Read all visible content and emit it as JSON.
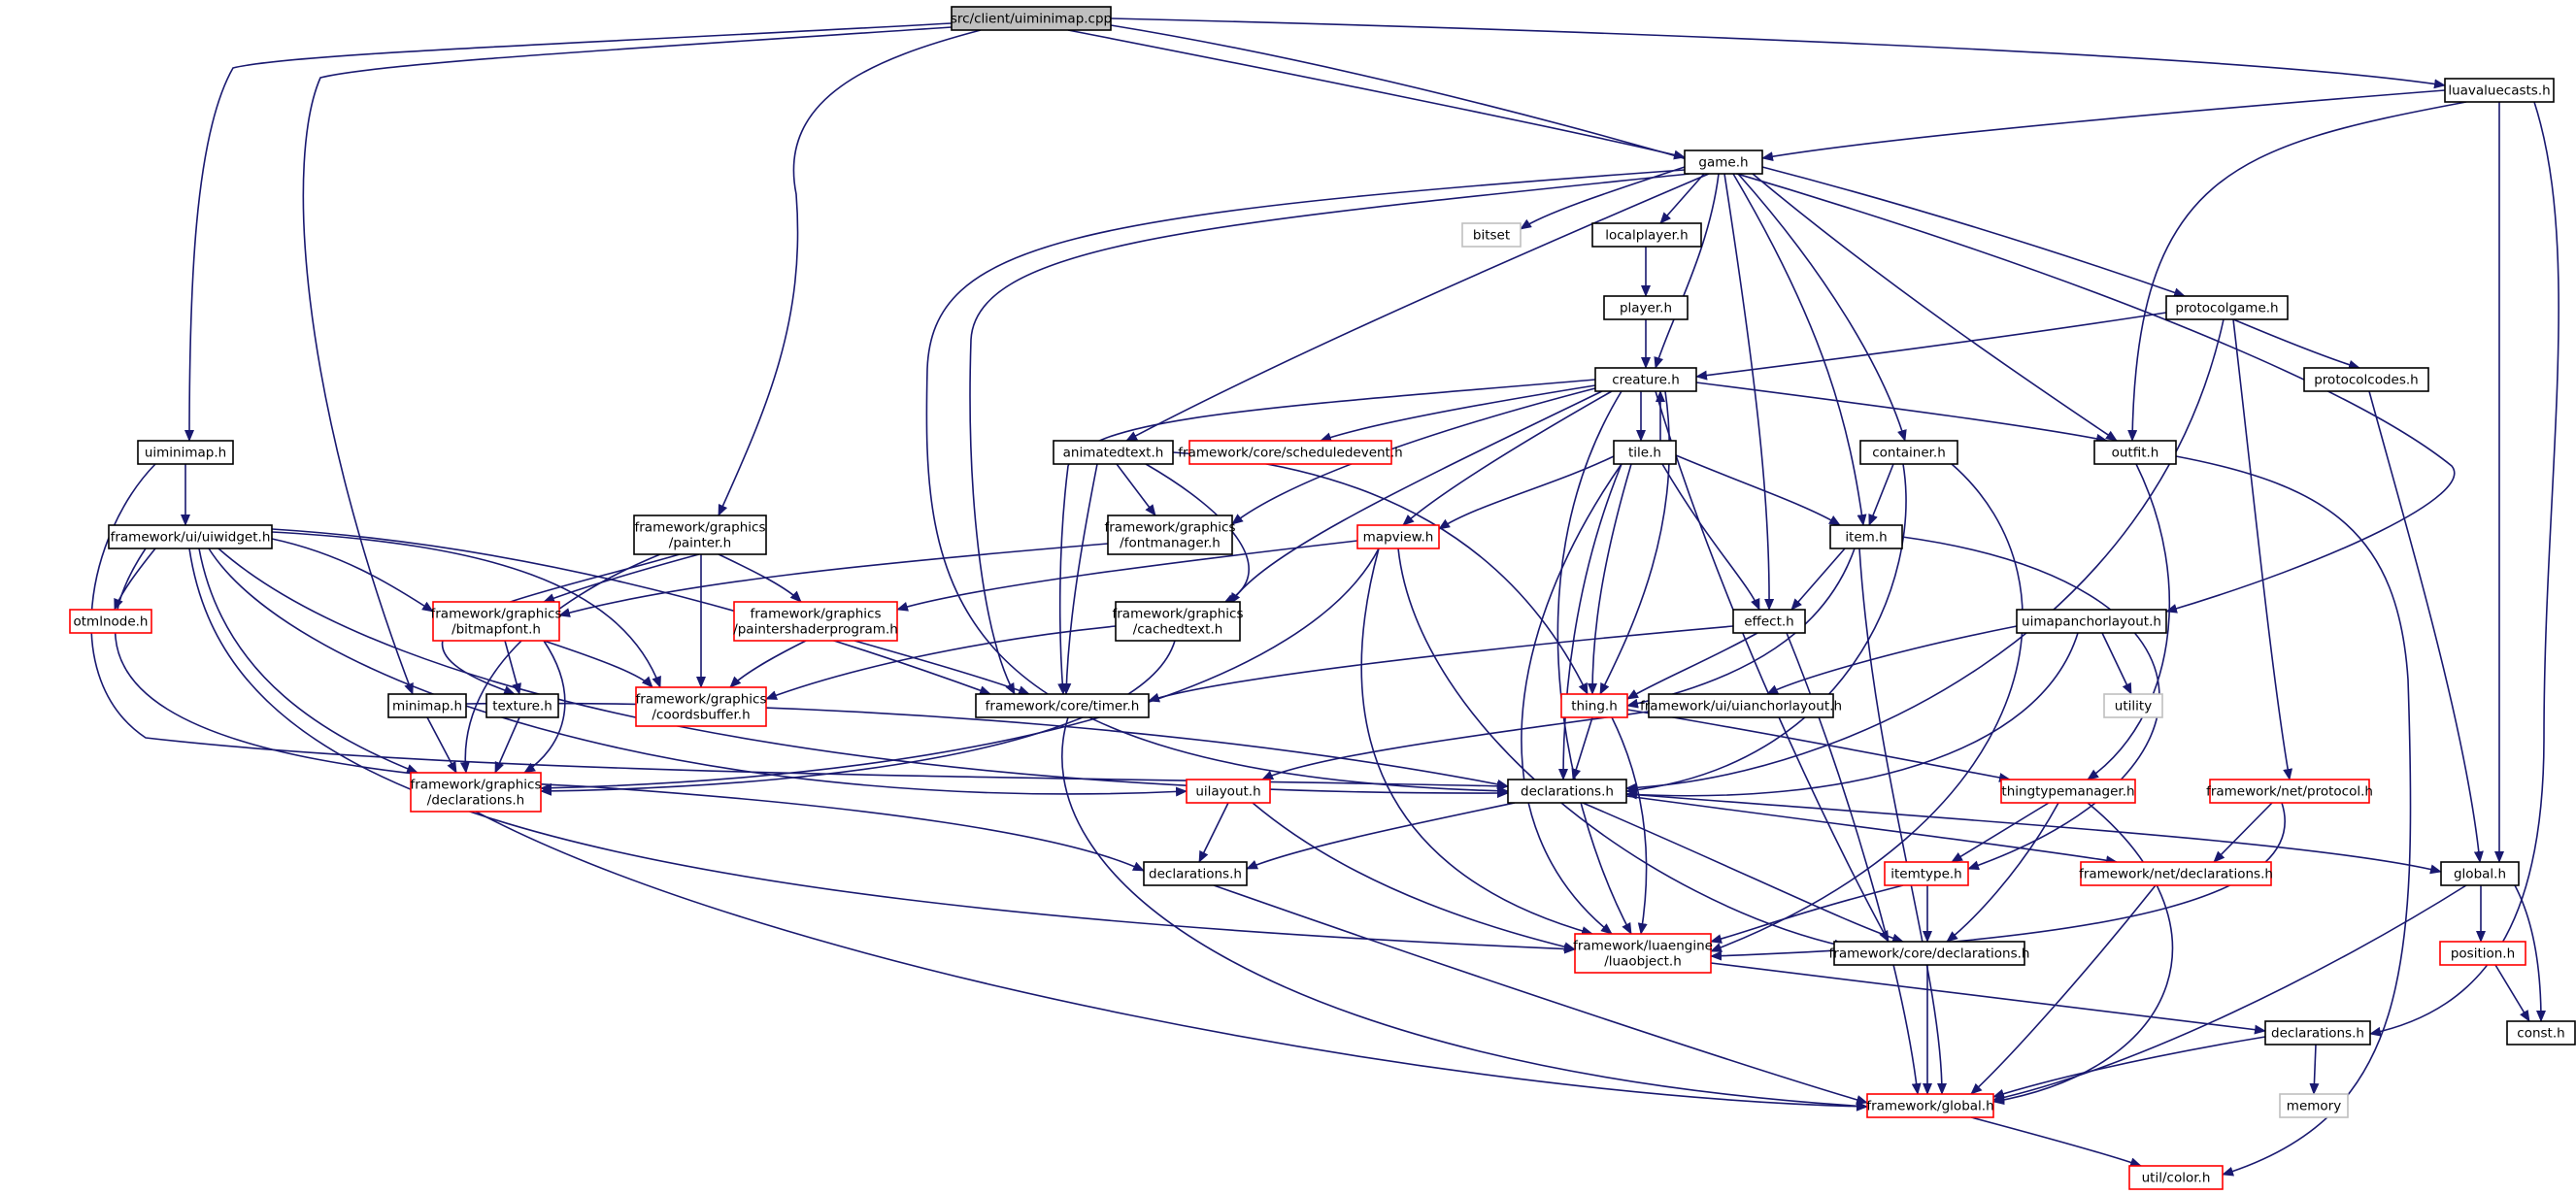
{
  "graph": {
    "colors": {
      "edge": "#191970",
      "border_normal": "#000000",
      "border_missing_docs": "#ff0000",
      "border_external": "#bfbfbf",
      "fill_normal": "#ffffff",
      "fill_root": "#bfbfbf",
      "text": "#000000"
    },
    "nodes": [
      {
        "id": "root",
        "lines": [
          "src/client/uiminimap.cpp"
        ],
        "style": "root"
      },
      {
        "id": "luavaluecasts",
        "lines": [
          "luavaluecasts.h"
        ],
        "style": "normal"
      },
      {
        "id": "game",
        "lines": [
          "game.h"
        ],
        "style": "normal"
      },
      {
        "id": "bitset",
        "lines": [
          "bitset"
        ],
        "style": "external"
      },
      {
        "id": "localplayer",
        "lines": [
          "localplayer.h"
        ],
        "style": "normal"
      },
      {
        "id": "player",
        "lines": [
          "player.h"
        ],
        "style": "normal"
      },
      {
        "id": "protocolgame",
        "lines": [
          "protocolgame.h"
        ],
        "style": "normal"
      },
      {
        "id": "creature",
        "lines": [
          "creature.h"
        ],
        "style": "normal"
      },
      {
        "id": "protocolcodes",
        "lines": [
          "protocolcodes.h"
        ],
        "style": "normal"
      },
      {
        "id": "uiminimap",
        "lines": [
          "uiminimap.h"
        ],
        "style": "normal"
      },
      {
        "id": "animatedtext",
        "lines": [
          "animatedtext.h"
        ],
        "style": "normal"
      },
      {
        "id": "scheduledevent",
        "lines": [
          "framework/core/scheduledevent.h"
        ],
        "style": "red"
      },
      {
        "id": "tile",
        "lines": [
          "tile.h"
        ],
        "style": "normal"
      },
      {
        "id": "container",
        "lines": [
          "container.h"
        ],
        "style": "normal"
      },
      {
        "id": "outfit",
        "lines": [
          "outfit.h"
        ],
        "style": "normal"
      },
      {
        "id": "uiwidget",
        "lines": [
          "framework/ui/uiwidget.h"
        ],
        "style": "normal"
      },
      {
        "id": "painter",
        "lines": [
          "framework/graphics",
          "/painter.h"
        ],
        "style": "normal"
      },
      {
        "id": "fontmanager",
        "lines": [
          "framework/graphics",
          "/fontmanager.h"
        ],
        "style": "normal"
      },
      {
        "id": "mapview",
        "lines": [
          "mapview.h"
        ],
        "style": "red"
      },
      {
        "id": "item",
        "lines": [
          "item.h"
        ],
        "style": "normal"
      },
      {
        "id": "otmlnode",
        "lines": [
          "otmlnode.h"
        ],
        "style": "red"
      },
      {
        "id": "bitmapfont",
        "lines": [
          "framework/graphics",
          "/bitmapfont.h"
        ],
        "style": "red"
      },
      {
        "id": "paintershader",
        "lines": [
          "framework/graphics",
          "/paintershaderprogram.h"
        ],
        "style": "red"
      },
      {
        "id": "cachedtext",
        "lines": [
          "framework/graphics",
          "/cachedtext.h"
        ],
        "style": "normal"
      },
      {
        "id": "effect",
        "lines": [
          "effect.h"
        ],
        "style": "normal"
      },
      {
        "id": "uimapanchor",
        "lines": [
          "uimapanchorlayout.h"
        ],
        "style": "normal"
      },
      {
        "id": "coordsbuffer",
        "lines": [
          "framework/graphics",
          "/coordsbuffer.h"
        ],
        "style": "red"
      },
      {
        "id": "minimap",
        "lines": [
          "minimap.h"
        ],
        "style": "normal"
      },
      {
        "id": "texture",
        "lines": [
          "texture.h"
        ],
        "style": "normal"
      },
      {
        "id": "timer",
        "lines": [
          "framework/core/timer.h"
        ],
        "style": "normal"
      },
      {
        "id": "thing",
        "lines": [
          "thing.h"
        ],
        "style": "red"
      },
      {
        "id": "uianchor",
        "lines": [
          "framework/ui/uianchorlayout.h"
        ],
        "style": "normal"
      },
      {
        "id": "utility",
        "lines": [
          "utility"
        ],
        "style": "external"
      },
      {
        "id": "gfxdecl",
        "lines": [
          "framework/graphics",
          "/declarations.h"
        ],
        "style": "red"
      },
      {
        "id": "uilayout",
        "lines": [
          "uilayout.h"
        ],
        "style": "red"
      },
      {
        "id": "decl_main",
        "lines": [
          "declarations.h"
        ],
        "style": "normal"
      },
      {
        "id": "thingtypemgr",
        "lines": [
          "thingtypemanager.h"
        ],
        "style": "red"
      },
      {
        "id": "netprotocol",
        "lines": [
          "framework/net/protocol.h"
        ],
        "style": "red"
      },
      {
        "id": "decl_ui",
        "lines": [
          "declarations.h"
        ],
        "style": "normal"
      },
      {
        "id": "itemtype",
        "lines": [
          "itemtype.h"
        ],
        "style": "red"
      },
      {
        "id": "netdecl",
        "lines": [
          "framework/net/declarations.h"
        ],
        "style": "red"
      },
      {
        "id": "global",
        "lines": [
          "global.h"
        ],
        "style": "normal"
      },
      {
        "id": "luaobject",
        "lines": [
          "framework/luaengine",
          "/luaobject.h"
        ],
        "style": "red"
      },
      {
        "id": "coredecl",
        "lines": [
          "framework/core/declarations.h"
        ],
        "style": "normal"
      },
      {
        "id": "position",
        "lines": [
          "position.h"
        ],
        "style": "red"
      },
      {
        "id": "decl_std",
        "lines": [
          "declarations.h"
        ],
        "style": "normal"
      },
      {
        "id": "const",
        "lines": [
          "const.h"
        ],
        "style": "normal"
      },
      {
        "id": "memory",
        "lines": [
          "memory"
        ],
        "style": "external"
      },
      {
        "id": "fwglobal",
        "lines": [
          "framework/global.h"
        ],
        "style": "red"
      },
      {
        "id": "color",
        "lines": [
          "util/color.h"
        ],
        "style": "red"
      }
    ]
  }
}
